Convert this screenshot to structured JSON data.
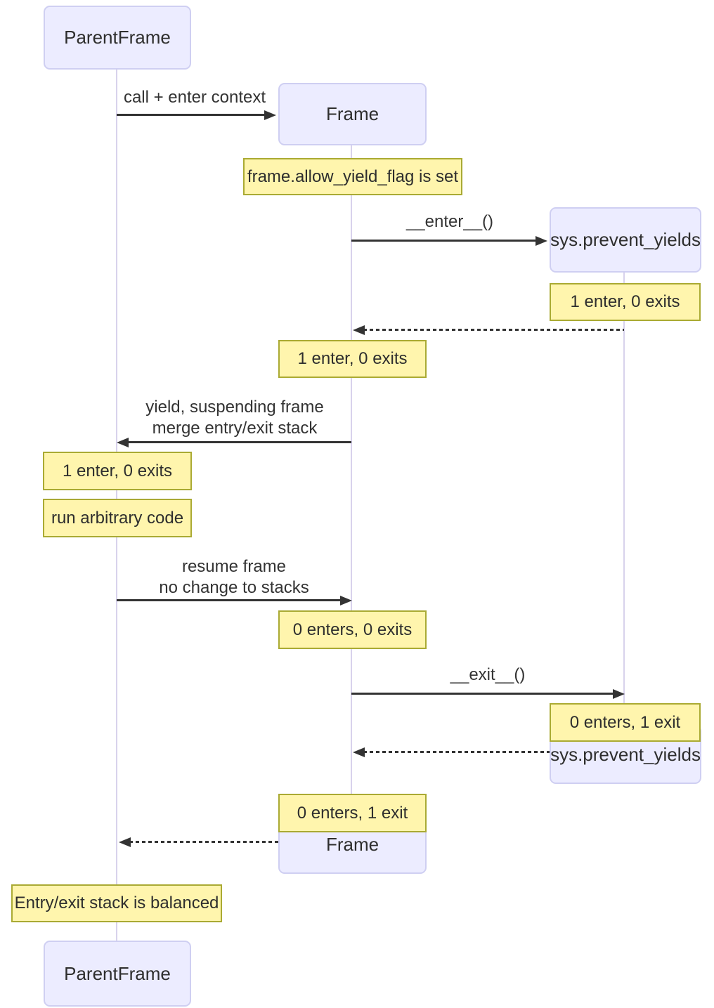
{
  "diagram": {
    "type": "sequence-diagram",
    "participants": {
      "parentframe": "ParentFrame",
      "frame": "Frame",
      "sys": "sys.prevent_yields"
    },
    "messages": {
      "call_enter": "call + enter context",
      "enter": "__enter__()",
      "yield_line1": "yield, suspending frame",
      "yield_line2": "merge entry/exit stack",
      "resume_line1": "resume frame",
      "resume_line2": "no change to stacks",
      "exit": "__exit__()"
    },
    "notes": {
      "allow_yield_flag": "frame.allow_yield_flag is set",
      "sys_enter_count": "1 enter, 0 exits",
      "frame_enter_count": "1 enter, 0 exits",
      "parent_enter_count": "1 enter, 0 exits",
      "run_arbitrary": "run arbitrary code",
      "frame_resume_count": "0 enters, 0 exits",
      "sys_exit_count": "0 enters, 1 exit",
      "frame_exit_count": "0 enters, 1 exit",
      "balanced": "Entry/exit stack is balanced"
    },
    "colors": {
      "actor_fill": "#ECECFF",
      "actor_border": "#CFCFF2",
      "note_fill": "#FFF5AD",
      "note_border": "#AAAA33",
      "lifeline": "#D8D2EC",
      "arrow": "#333333"
    }
  }
}
